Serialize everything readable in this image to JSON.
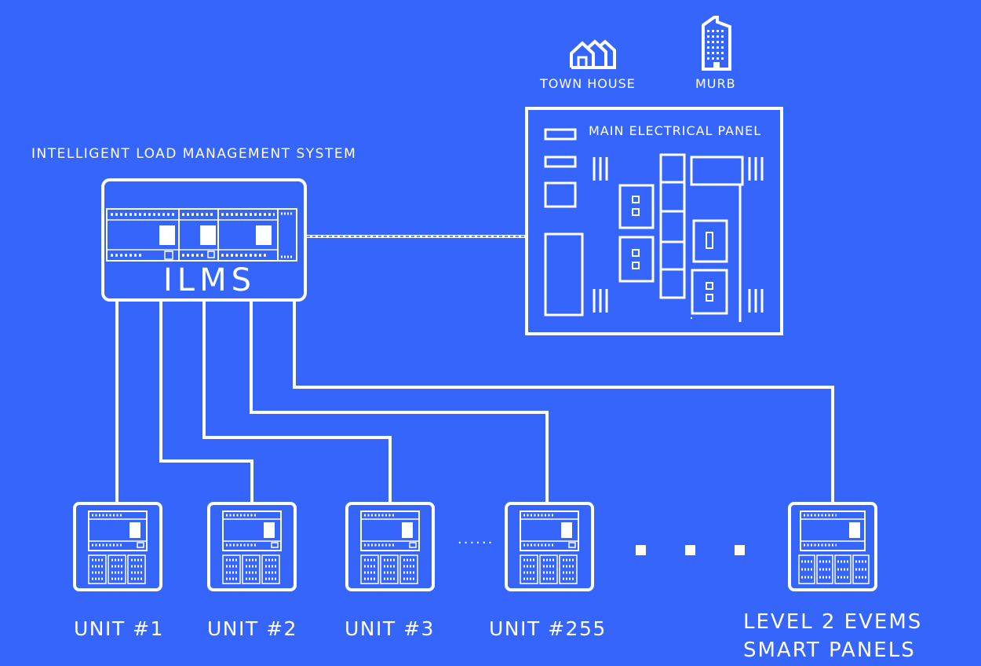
{
  "colors": {
    "background": "#3665fb",
    "stroke": "#ffffff"
  },
  "ilms": {
    "title": "INTELLIGENT LOAD MANAGEMENT SYSTEM",
    "acronym": "ILMS"
  },
  "buildings": [
    {
      "icon": "town-house-icon",
      "label": "TOWN HOUSE"
    },
    {
      "icon": "murb-building-icon",
      "label": "MURB"
    }
  ],
  "main_panel": {
    "label": "MAIN ELECTRICAL PANEL"
  },
  "units": [
    {
      "label": "UNIT #1"
    },
    {
      "label": "UNIT #2"
    },
    {
      "label": "UNIT #3"
    },
    {
      "label": "UNIT #255"
    }
  ],
  "evems": {
    "line1": "LEVEL 2 EVEMS",
    "line2": "SMART PANELS"
  },
  "ellipsis_small": "......"
}
